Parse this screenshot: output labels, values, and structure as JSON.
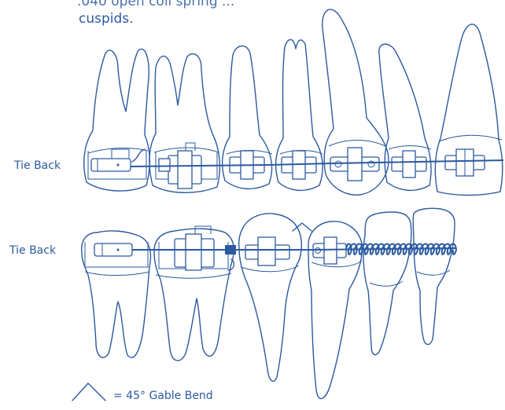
{
  "text": {
    "top_line": ".040 open coil spring ... ",
    "cuspids": "cuspids.",
    "tie_back_upper": "Tie Back",
    "tie_back_lower": "Tie Back",
    "legend": "= 45° Gable Bend"
  },
  "colors": {
    "ink": "#2b5aa0",
    "background": "#ffffff"
  },
  "icons": {
    "gable_bend": "caret-up-icon"
  }
}
